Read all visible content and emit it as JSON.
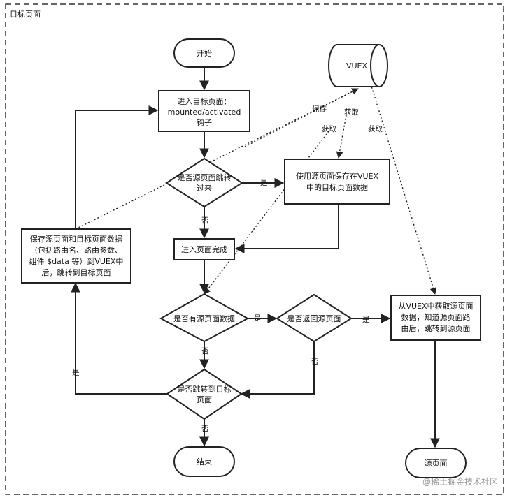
{
  "frame_title": "目标页面",
  "watermark": "@稀土掘金技术社区",
  "nodes": {
    "start": "开始",
    "vuex": "VUEX",
    "enter_page": [
      "进入目标页面：",
      "mounted/activated",
      "钩子"
    ],
    "is_from_source": [
      "是否源页面跳转",
      "过来"
    ],
    "use_saved": [
      "使用源页面保存在VUEX",
      "中的目标页面数据"
    ],
    "page_loaded": "进入页面完成",
    "save_data": [
      "保存源页面和目标页面数据",
      "（包括路由名、路由参数、",
      "组件 $data 等）到VUEX中",
      "后，跳转到目标页面"
    ],
    "has_source_data": "是否有源页面数据",
    "return_source": "是否返回源页面",
    "get_from_vuex": [
      "从VUEX中获取源页面",
      "数据，知道源页面路",
      "由后，跳转到源页面"
    ],
    "jump_target": [
      "是否跳转到目标",
      "页面"
    ],
    "end": "结束",
    "source_page": "源页面"
  },
  "edge_labels": {
    "yes": "是",
    "no": "否",
    "save": "保存",
    "fetch": "获取"
  }
}
